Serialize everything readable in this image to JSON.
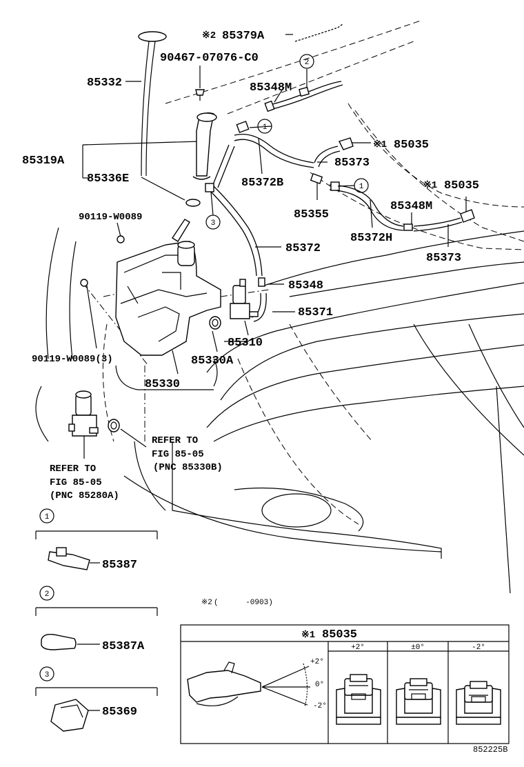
{
  "callouts": {
    "p85379A": "85379A",
    "mark2_prefix": "※2",
    "p90467": "90467-07076-C0",
    "p85332": "85332",
    "p85348M_top": "85348M",
    "p85319A": "85319A",
    "p85336E": "85336E",
    "mark1_85035_top": "※1",
    "p85035_top": "85035",
    "p85373_top": "85373",
    "p85372B": "85372B",
    "mark1_85035_right": "※1",
    "p85035_right": "85035",
    "p85355": "85355",
    "p85348M_right": "85348M",
    "p90119": "90119-W0089",
    "p85372": "85372",
    "p85372H": "85372H",
    "p85373_right": "85373",
    "p85348": "85348",
    "p85371": "85371",
    "p85310": "85310",
    "p90119_3": "90119-W0089(3)",
    "p85330A": "85330A",
    "p85330": "85330",
    "refer_a_1": "REFER TO",
    "refer_a_2": "FIG 85-05",
    "refer_a_3": "(PNC 85330B)",
    "refer_b_1": "REFER TO",
    "refer_b_2": "FIG 85-05",
    "refer_b_3": "(PNC 85280A)"
  },
  "circle_refs": {
    "c1_a": "1",
    "c2_a": "2",
    "c1_b": "1",
    "c3_a": "3"
  },
  "legend": {
    "item1_num": "1",
    "item1_part": "85387",
    "item2_num": "2",
    "item2_part": "85387A",
    "item3_num": "3",
    "item3_part": "85369"
  },
  "note2": {
    "mark": "※2",
    "text": "(      -0903)"
  },
  "detail_box": {
    "title_mark": "※1",
    "title_part": "85035",
    "col1": "+2°",
    "col2": "±0°",
    "col3": "-2°",
    "angle_top": "+2°",
    "angle_mid": "0°",
    "angle_bot": "-2°"
  },
  "figure_id": "852225B"
}
